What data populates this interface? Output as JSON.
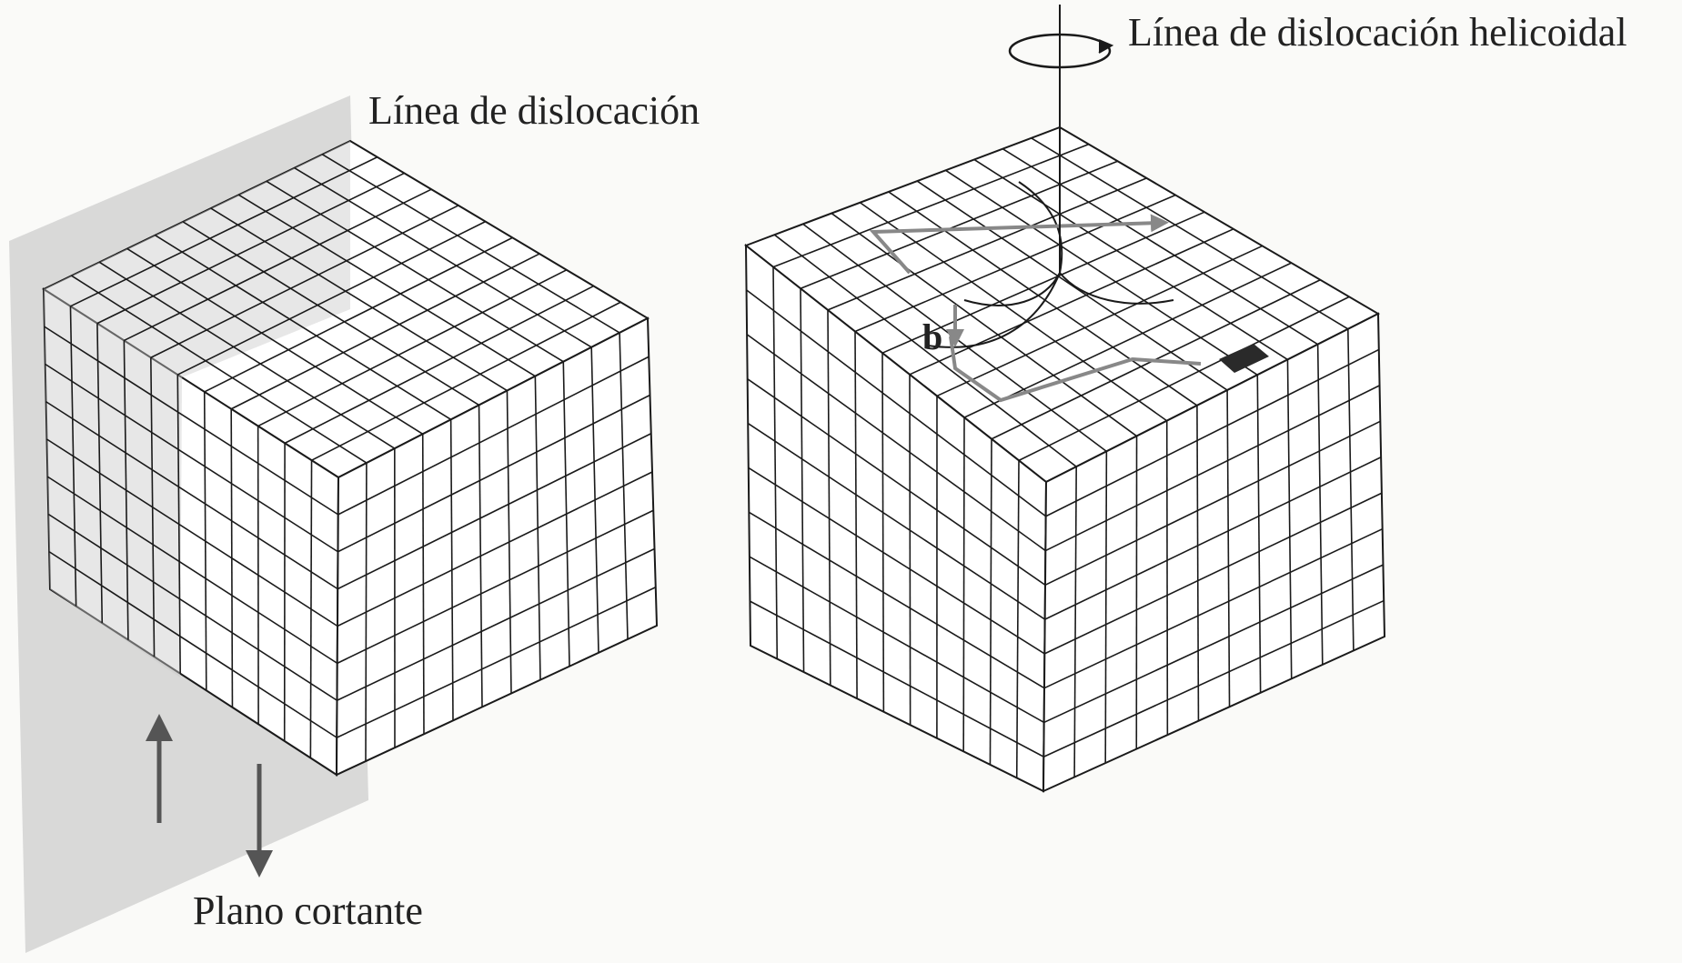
{
  "labels": {
    "dislocation_line": "Línea de dislocación",
    "screw_dislocation_line": "Línea de dislocación helicoidal",
    "shear_plane": "Plano cortante",
    "burgers_vector": "b"
  },
  "colors": {
    "background": "#fafaf8",
    "grid_line": "#1a1a1a",
    "shear_plane_fill": "#d2d2d2",
    "marked_cell": "#2a2a2a",
    "arrow": "#555555",
    "circuit_arrow": "#888888"
  },
  "icons": {
    "shear_arrow_up": "arrow-up-icon",
    "shear_arrow_down": "arrow-down-icon",
    "rotation": "rotation-arrow-icon"
  }
}
